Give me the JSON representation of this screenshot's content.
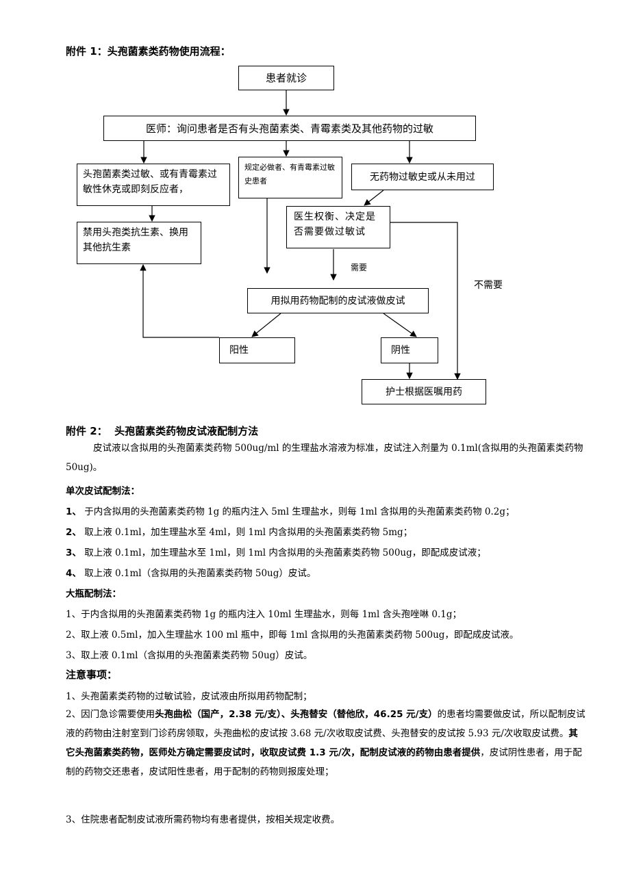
{
  "attachment1": {
    "title": "附件 1：头孢菌素类药物使用流程：",
    "flow": {
      "visit": "患者就诊",
      "ask": "医师：询问患者是否有头孢菌素类、青霉素类及其他药物的过敏",
      "allergy": "头孢菌素类过敏、或有青霉素过敏性休克或即刻反应者，",
      "required": "规定必做者、有青霉素过敏史患者",
      "none": "无药物过敏史或从未用过",
      "forbid": "禁用头孢类抗生素、换用其他抗生素",
      "weigh": "医生权衡、决定是否需要做过敏试",
      "need": "需要",
      "no_need": "不需要",
      "skin_test": "用拟用药物配制的皮试液做皮试",
      "positive": "阳性",
      "negative": "阴性",
      "nurse": "护士根据医嘱用药"
    }
  },
  "attachment2": {
    "title": "附件 2：  头孢菌素类药物皮试液配制方法",
    "intro": "皮试液以含拟用的头孢菌素类药物 500ug/ml 的生理盐水溶液为标准，皮试注入剂量为 0.1ml(含拟用的头孢菌素类药物 50ug)。",
    "single": {
      "heading": "单次皮试配制法：",
      "steps": [
        {
          "num": "1、",
          "text": "于内含拟用的头孢菌素类药物 1g 的瓶内注入 5ml 生理盐水，则每 1ml 含拟用的头孢菌素类药物 0.2g；"
        },
        {
          "num": "2、",
          "text": "取上液 0.1ml，加生理盐水至 4ml，则 1ml 内含拟用的头孢菌素类药物 5mg；"
        },
        {
          "num": "3、",
          "text": "取上液 0.1ml，加生理盐水至 1ml，则 1ml 内含拟用的头孢菌素类药物 500ug，即配成皮试液；"
        },
        {
          "num": "4、",
          "text": "取上液 0.1ml（含拟用的头孢菌素类药物 50ug）皮试。"
        }
      ]
    },
    "bottle": {
      "heading": "大瓶配制法：",
      "steps": [
        "1、于内含拟用的头孢菌素类药物 1g 的瓶内注入 10ml 生理盐水，则每 1ml 含头孢唑啉 0.1g；",
        "2、取上液 0.5ml，加入生理盐水 100 ml 瓶中，即每 1ml 含拟用的头孢菌素类药物 500ug，即配成皮试液。",
        "3、取上液 0.1ml（含拟用的头孢菌素类药物 50ug）皮试。"
      ]
    }
  },
  "notes": {
    "heading": "注意事项：",
    "n1": "1、头孢菌素类药物的过敏试验，皮试液由所拟用药物配制；",
    "n2": {
      "a": "2、因门急诊需要使用",
      "b": "头孢曲松（国产，2.38 元/支）、头孢替安（替他欣，46.25 元/支）",
      "c": "的患者均需要做皮试，所以配制皮试液的药物由注射室到门诊药房领取，头孢曲松的皮试按 3.68 元/次收取皮试费、头孢替安的皮试按 5.93 元/次收取皮试费。",
      "d": "其它头孢菌素类药物，医师处方确定需要皮试时，收取皮试费 1.3 元/次，配制皮试液的药物由患者提供",
      "e": "，皮试阴性患者，用于配制的药物交还患者，皮试阳性患者，用于配制的药物则报废处理；"
    },
    "n3": "3、住院患者配制皮试液所需药物均有患者提供，按相关规定收费。"
  }
}
